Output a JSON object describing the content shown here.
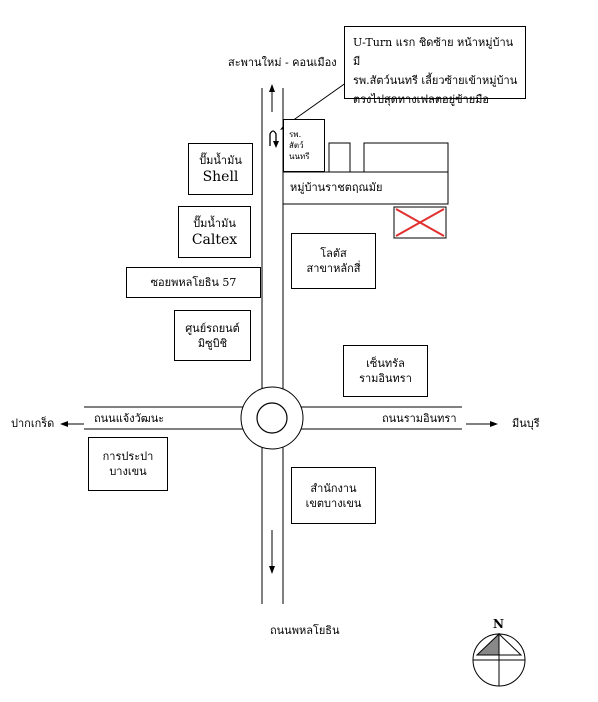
{
  "roads": {
    "top_label": "สะพานใหม่ - คอนเมือง",
    "bottom_label": "ถนนพหลโยธิน",
    "west_road": "ถนนแจ้งวัฒนะ",
    "east_road": "ถนนรามอินทรา",
    "west_dest": "ปากเกร็ด",
    "east_dest": "มีนบุรี",
    "soi_label": "ซอยพหลโยธิน 57",
    "village_road": "หมู่บ้านราชตฤณมัย"
  },
  "note": {
    "line1": "U-Turn แรก ชิดซ้าย หน้าหมู่บ้านมี",
    "line2": "รพ.สัตว์นนทรี เลี้ยวซ้ายเข้าหมู่บ้าน",
    "line3": "ตรงไปสุดทางเฟลตอยู่ซ้ายมือ"
  },
  "landmarks": {
    "shell_line1": "ปั๊มน้ำมัน",
    "shell_line2": "Shell",
    "caltex_line1": "ปั๊มน้ำมัน",
    "caltex_line2": "Caltex",
    "mitsu_line1": "ศูนย์รถยนต์",
    "mitsu_line2": "มิซูบิชิ",
    "vet_line1": "รพ.",
    "vet_line2": "สัตว์",
    "vet_line3": "นนทรี",
    "lotus_line1": "โลตัส",
    "lotus_line2": "สาขาหลักสี่",
    "central_line1": "เซ็นทรัล",
    "central_line2": "รามอินทรา",
    "water_line1": "การประปา",
    "water_line2": "บางเขน",
    "district_line1": "สำนักงาน",
    "district_line2": "เขตบางเขน"
  },
  "compass": {
    "north": "N"
  },
  "destination_marker": {
    "color": "#e03030"
  }
}
